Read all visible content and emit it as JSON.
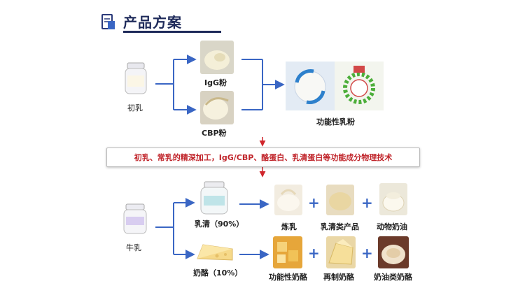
{
  "header": {
    "title": "产品方案"
  },
  "top_flow": {
    "source": "初乳",
    "intermediates": [
      "IgG粉",
      "CBP粉"
    ],
    "product": "功能性乳粉"
  },
  "banner": {
    "text": "初乳、常乳的精深加工，IgG/CBP、酪蛋白、乳清蛋白等功能成分物理技术"
  },
  "bottom_flow": {
    "source": "牛乳",
    "branch_whey": {
      "label": "乳清（90%）",
      "products": [
        "炼乳",
        "乳清类产品",
        "动物奶油"
      ]
    },
    "branch_cheese": {
      "label": "奶酪（10%）",
      "products": [
        "功能性奶酪",
        "再制奶酪",
        "奶油类奶酪"
      ]
    }
  },
  "colors": {
    "title": "#1e2a5a",
    "arrow": "#3a66c4",
    "banner_text": "#c0242a",
    "banner_arrow": "#d0262c"
  },
  "icons": [
    "document-icon",
    "jar-icon",
    "powder-icon",
    "cheese-icon"
  ]
}
